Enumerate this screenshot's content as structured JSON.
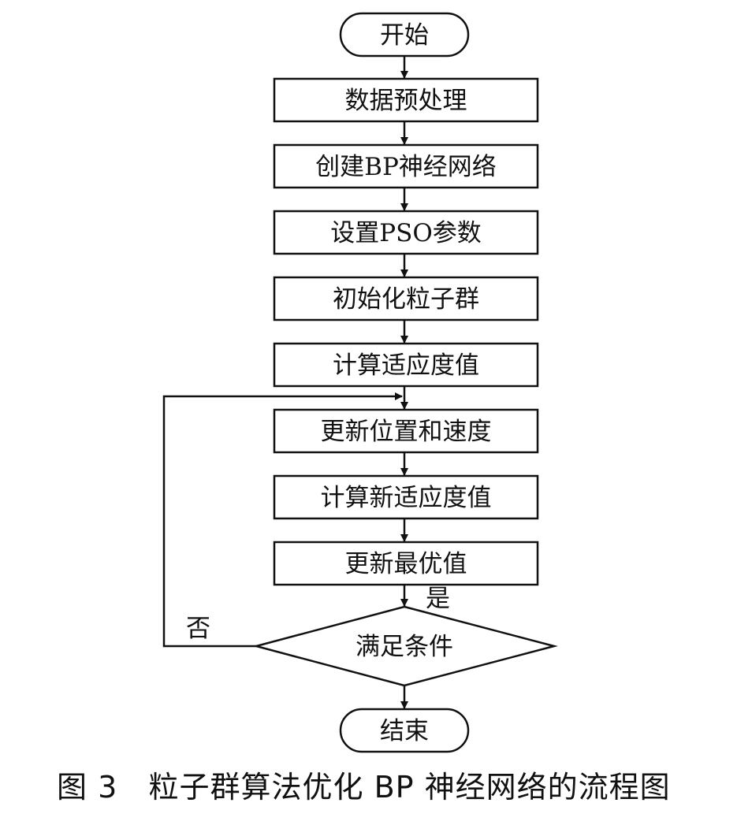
{
  "flowchart": {
    "start": "开始",
    "steps": [
      "数据预处理",
      "创建BP神经网络",
      "设置PSO参数",
      "初始化粒子群",
      "计算适应度值",
      "更新位置和速度",
      "计算新适应度值",
      "更新最优值"
    ],
    "decision": "满足条件",
    "yes_label": "是",
    "no_label": "否",
    "end": "结束"
  },
  "caption": {
    "figure_number": "图 3",
    "title": "粒子群算法优化 BP 神经网络的流程图"
  }
}
